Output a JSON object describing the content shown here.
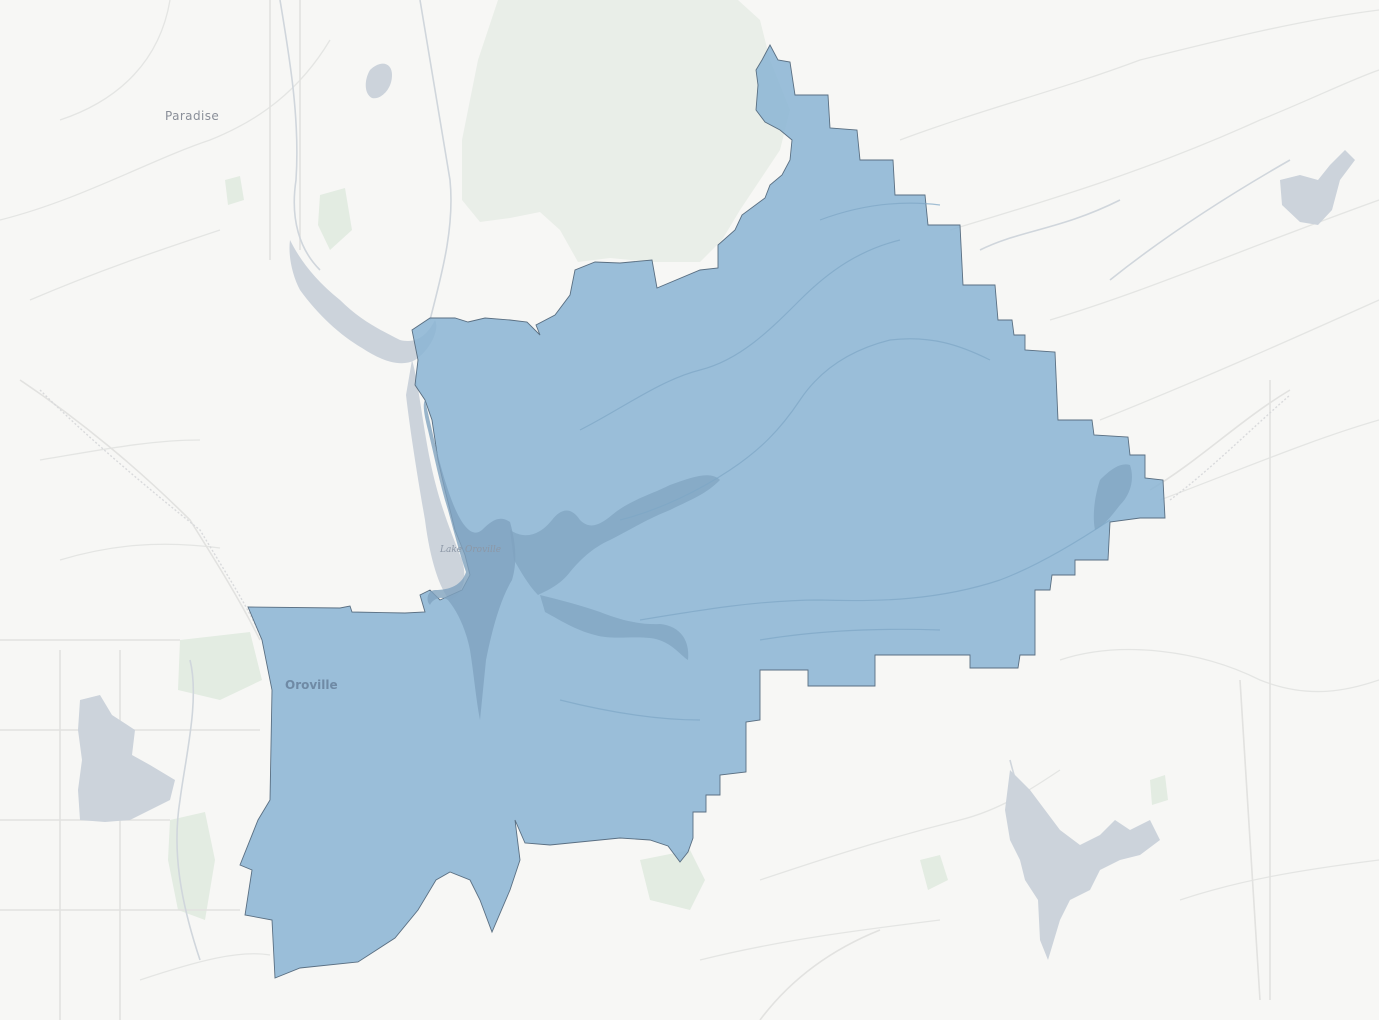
{
  "map": {
    "labels": {
      "paradise": "Paradise",
      "oroville": "Oroville",
      "lake_oroville": "Lake Oroville"
    },
    "colors": {
      "land": "#f7f7f5",
      "forest": "#e9eee8",
      "park": "#e1ebe0",
      "water": "#ccd3db",
      "road": "#e6e6e4",
      "terrain_line": "#e4e5e3",
      "highlight_fill": "#8ab4d3",
      "highlight_stroke": "#5a6f82",
      "highlight_water": "#7fa3bf"
    }
  }
}
